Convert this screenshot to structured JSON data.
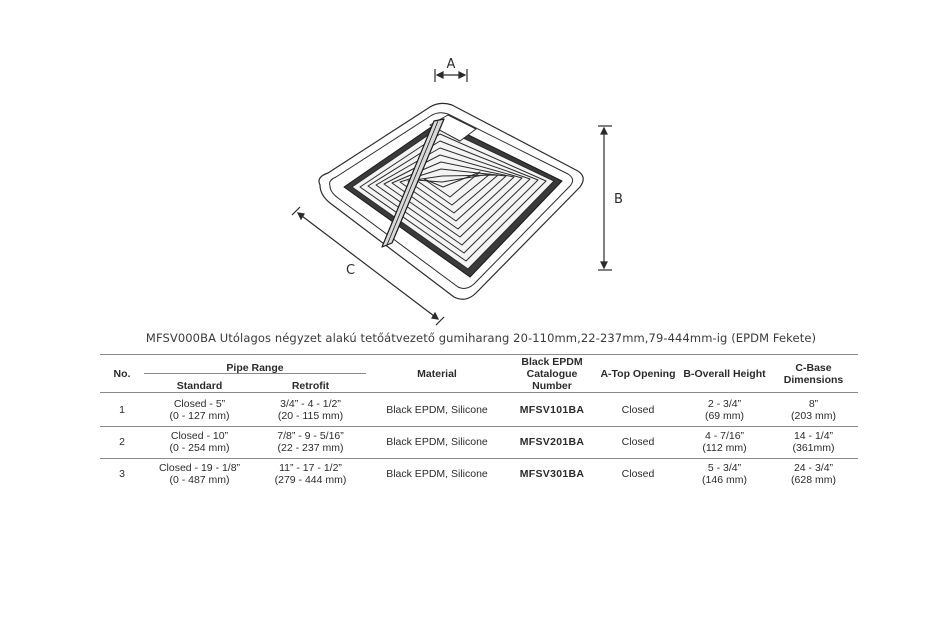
{
  "figure": {
    "label_a": "A",
    "label_b": "B",
    "label_c": "C"
  },
  "caption": "MFSV000BA Utólagos négyzet alakú tetőátvezető gumiharang 20-110mm,22-237mm,79-444mm-ig (EPDM Fekete)",
  "table": {
    "headers": {
      "no": "No.",
      "pipe_range": "Pipe Range",
      "standard": "Standard",
      "retrofit": "Retrofit",
      "material": "Material",
      "catalogue": "Black EPDM\nCatalogue Number",
      "a_top": "A-Top Opening",
      "b_height": "B-Overall Height",
      "c_base": "C-Base Dimensions"
    },
    "rows": [
      {
        "no": "1",
        "standard": [
          "Closed - 5”",
          "(0 - 127 mm)"
        ],
        "retrofit": [
          "3/4” - 4 - 1/2”",
          "(20 - 115 mm)"
        ],
        "material": "Black EPDM, Silicone",
        "catalogue": "MFSV101BA",
        "a_top": "Closed",
        "b_height": [
          "2 - 3/4”",
          "(69 mm)"
        ],
        "c_base": [
          "8”",
          "(203 mm)"
        ]
      },
      {
        "no": "2",
        "standard": [
          "Closed - 10”",
          "(0 - 254 mm)"
        ],
        "retrofit": [
          "7/8” - 9 - 5/16”",
          "(22 - 237 mm)"
        ],
        "material": "Black EPDM, Silicone",
        "catalogue": "MFSV201BA",
        "a_top": "Closed",
        "b_height": [
          "4 - 7/16”",
          "(112 mm)"
        ],
        "c_base": [
          "14 - 1/4”",
          "(361mm)"
        ]
      },
      {
        "no": "3",
        "standard": [
          "Closed - 19 - 1/8”",
          "(0 - 487 mm)"
        ],
        "retrofit": [
          "11” - 17 - 1/2”",
          "(279 - 444 mm)"
        ],
        "material": "Black EPDM, Silicone",
        "catalogue": "MFSV301BA",
        "a_top": "Closed",
        "b_height": [
          "5 - 3/4”",
          "(146 mm)"
        ],
        "c_base": [
          "24 - 3/4”",
          "(628 mm)"
        ]
      }
    ]
  }
}
